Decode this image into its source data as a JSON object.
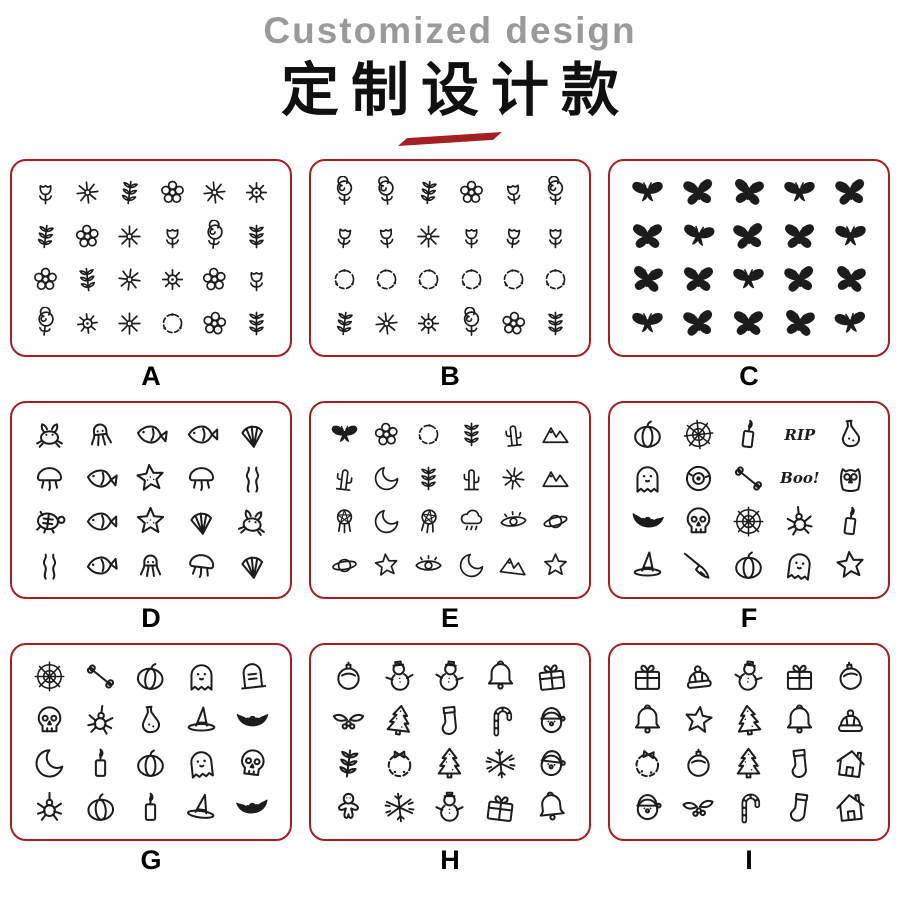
{
  "header": {
    "subtitle": "Customized design",
    "title": "定制设计款"
  },
  "colors": {
    "accent": "#a41e22",
    "ink": "#1c1c1c",
    "subtitle_gray": "#9a9a9a"
  },
  "cards": [
    {
      "label": "A",
      "theme": "wild-flowers-line-art",
      "cols": 6,
      "icons": [
        "tulip",
        "daisy",
        "sprig",
        "flower",
        "daisy",
        "sunflower",
        "sprig",
        "flower",
        "daisy",
        "tulip",
        "rose",
        "sprig",
        "flower",
        "sprig",
        "daisy",
        "sunflower",
        "flower",
        "tulip",
        "rose",
        "sunflower",
        "daisy",
        "wreath",
        "flower",
        "sprig"
      ]
    },
    {
      "label": "B",
      "theme": "roses-lilies-wreaths",
      "cols": 6,
      "icons": [
        "rose",
        "rose",
        "sprig",
        "flower",
        "tulip",
        "rose",
        "tulip",
        "tulip",
        "daisy",
        "tulip",
        "tulip",
        "tulip",
        "wreath",
        "wreath",
        "wreath",
        "wreath",
        "wreath",
        "wreath",
        "sprig",
        "daisy",
        "sunflower",
        "rose",
        "flower",
        "sprig"
      ]
    },
    {
      "label": "C",
      "theme": "butterflies",
      "cols": 5,
      "icons": [
        "moth",
        "butterfly",
        "butterfly",
        "moth",
        "butterfly",
        "butterfly",
        "moth",
        "butterfly",
        "butterfly",
        "moth",
        "butterfly",
        "butterfly",
        "moth",
        "butterfly",
        "butterfly",
        "moth",
        "butterfly",
        "butterfly",
        "butterfly",
        "moth"
      ]
    },
    {
      "label": "D",
      "theme": "sea-creatures",
      "cols": 5,
      "icons": [
        "crab",
        "squid",
        "fish",
        "fish",
        "shell",
        "jellyfish",
        "fish",
        "starfish",
        "jellyfish",
        "seaweed",
        "turtle",
        "fish",
        "starfish",
        "shell",
        "crab",
        "seaweed",
        "fish",
        "squid",
        "jellyfish",
        "shell"
      ]
    },
    {
      "label": "E",
      "theme": "boho-mystic-doodles",
      "cols": 6,
      "icons": [
        "moth",
        "flower",
        "wreath",
        "sprig",
        "cactus",
        "mountains",
        "cactus",
        "moon",
        "sprig",
        "cactus",
        "daisy",
        "mountains",
        "dreamcatcher",
        "moon",
        "dreamcatcher",
        "raincloud",
        "eye",
        "planet",
        "planet",
        "star",
        "eye",
        "moon",
        "mountains",
        "star"
      ]
    },
    {
      "label": "F",
      "theme": "halloween-doodles",
      "cols": 5,
      "icons": [
        "pumpkin",
        "web",
        "candle",
        "text:RIP",
        "potion",
        "ghost",
        "eyeball",
        "bone",
        "text:Boo!",
        "owl",
        "bat",
        "skull",
        "web",
        "spider",
        "candle",
        "witchhat",
        "broom",
        "pumpkin",
        "ghost",
        "star"
      ]
    },
    {
      "label": "G",
      "theme": "halloween-doodles-2",
      "cols": 5,
      "icons": [
        "web",
        "bone",
        "pumpkin",
        "ghost",
        "tombstone",
        "skull",
        "spider",
        "potion",
        "witchhat",
        "bat",
        "moon",
        "candle",
        "pumpkin",
        "ghost",
        "skull",
        "spider",
        "pumpkin",
        "candle",
        "witchhat",
        "bat"
      ]
    },
    {
      "label": "H",
      "theme": "christmas-doodles",
      "cols": 5,
      "icons": [
        "ornament",
        "snowman",
        "snowman",
        "bell",
        "gift",
        "holly",
        "xmastree",
        "stocking",
        "candycane",
        "santa",
        "sprig",
        "wreathbow",
        "xmastree",
        "snowflake",
        "santa",
        "ginger",
        "snowflake",
        "snowman",
        "gift",
        "bell"
      ]
    },
    {
      "label": "I",
      "theme": "christmas-doodles-2",
      "cols": 5,
      "icons": [
        "gift",
        "beanie",
        "snowman",
        "gift",
        "ornament",
        "bell",
        "star",
        "xmastree",
        "bell",
        "beanie",
        "wreathbow",
        "ornament",
        "xmastree",
        "stocking",
        "house",
        "santa",
        "holly",
        "candycane",
        "stocking",
        "house"
      ]
    }
  ]
}
